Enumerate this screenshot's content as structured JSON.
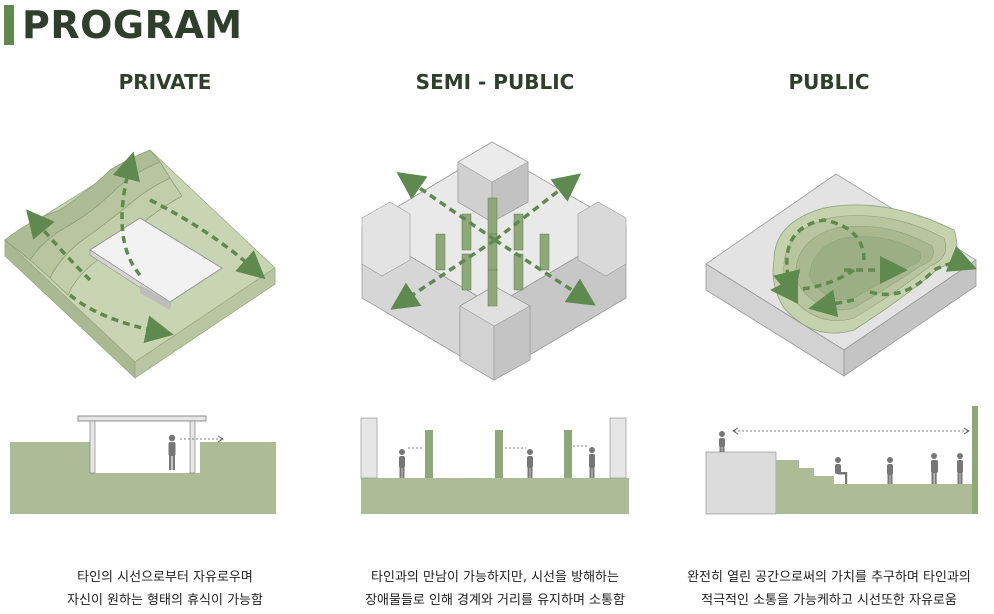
{
  "title": "PROGRAM",
  "colors": {
    "accent": "#5e8a4f",
    "green_light": "#c9d4b2",
    "green_mid": "#aab992",
    "green_dark": "#6e8d5f",
    "gray_light": "#e6e6e6",
    "gray_mid": "#cfcfcf",
    "arrow": "#5e8a4f",
    "text": "#2f3f2c"
  },
  "columns": [
    {
      "heading": "PRIVATE",
      "caption": [
        "타인의 시선으로부터 자유로우며",
        "자신이 원하는 형태의 휴식이 가능함"
      ]
    },
    {
      "heading": "SEMI - PUBLIC",
      "caption": [
        "타인과의 만남이 가능하지만, 시선을 방해하는",
        "장애물들로 인해 경계와 거리를 유지하며 소통함"
      ]
    },
    {
      "heading": "PUBLIC",
      "caption": [
        "완전히 열린 공간으로써의 가치를 추구하며 타인과의",
        "적극적인 소통을 가능케하고 시선또한 자유로움"
      ]
    }
  ]
}
